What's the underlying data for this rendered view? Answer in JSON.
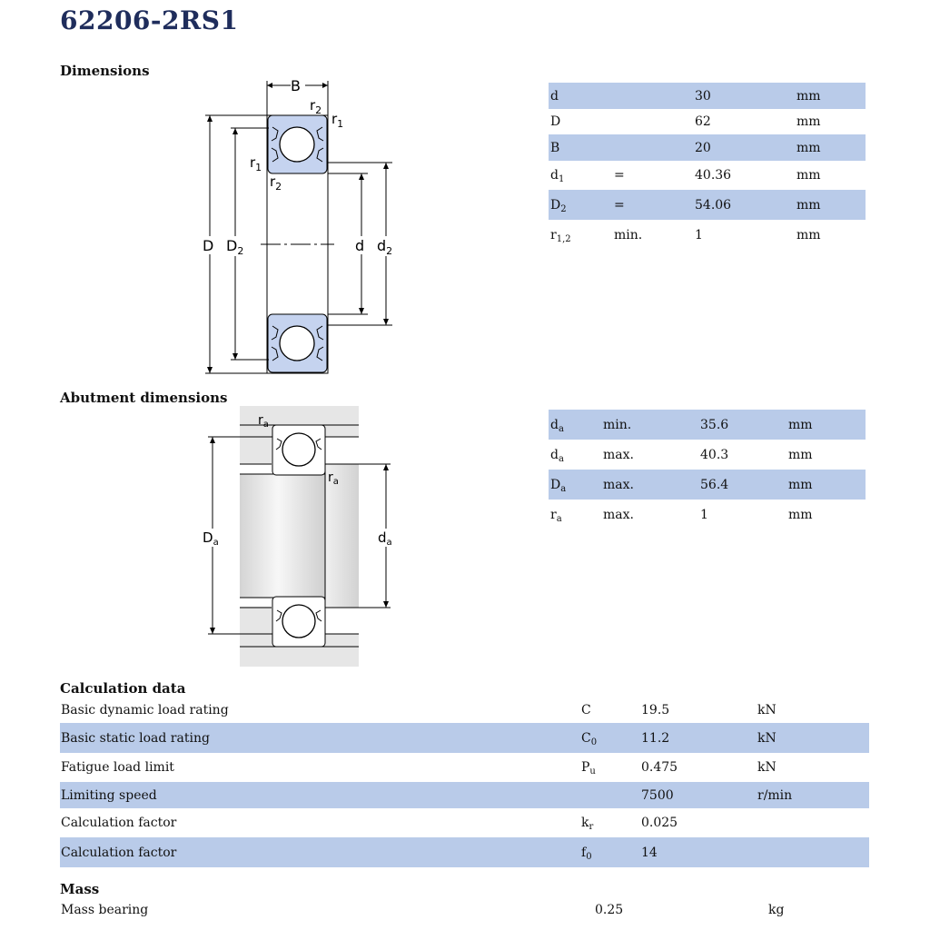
{
  "title": "62206-2RS1",
  "sections": {
    "dimensions": "Dimensions",
    "abutment": "Abutment dimensions",
    "calculation": "Calculation data",
    "mass": "Mass"
  },
  "colors": {
    "title": "#1f2d5c",
    "row_highlight": "#b9cbe9",
    "bearing_fill": "#c5d3ef"
  },
  "dimensions": [
    {
      "sym": "d",
      "sub": "",
      "q": "",
      "value": "30",
      "unit": "mm"
    },
    {
      "sym": "D",
      "sub": "",
      "q": "",
      "value": "62",
      "unit": "mm"
    },
    {
      "sym": "B",
      "sub": "",
      "q": "",
      "value": "20",
      "unit": "mm"
    },
    {
      "sym": "d",
      "sub": "1",
      "q": "=",
      "value": "40.36",
      "unit": "mm"
    },
    {
      "sym": "D",
      "sub": "2",
      "q": "=",
      "value": "54.06",
      "unit": "mm"
    },
    {
      "sym": "r",
      "sub": "1,2",
      "q": "min.",
      "value": "1",
      "unit": "mm"
    }
  ],
  "abutment": [
    {
      "sym": "d",
      "sub": "a",
      "q": "min.",
      "value": "35.6",
      "unit": "mm"
    },
    {
      "sym": "d",
      "sub": "a",
      "q": "max.",
      "value": "40.3",
      "unit": "mm"
    },
    {
      "sym": "D",
      "sub": "a",
      "q": "max.",
      "value": "56.4",
      "unit": "mm"
    },
    {
      "sym": "r",
      "sub": "a",
      "q": "max.",
      "value": "1",
      "unit": "mm"
    }
  ],
  "calculation": [
    {
      "label": "Basic dynamic load rating",
      "sym": "C",
      "sub": "",
      "value": "19.5",
      "unit": "kN"
    },
    {
      "label": "Basic static load rating",
      "sym": "C",
      "sub": "0",
      "value": "11.2",
      "unit": "kN"
    },
    {
      "label": "Fatigue load limit",
      "sym": "P",
      "sub": "u",
      "value": "0.475",
      "unit": "kN"
    },
    {
      "label": "Limiting speed",
      "sym": "",
      "sub": "",
      "value": "7500",
      "unit": "r/min"
    },
    {
      "label": "Calculation factor",
      "sym": "k",
      "sub": "r",
      "value": "0.025",
      "unit": ""
    },
    {
      "label": "Calculation factor",
      "sym": "f",
      "sub": "0",
      "value": "14",
      "unit": ""
    }
  ],
  "mass": {
    "label": "Mass bearing",
    "value": "0.25",
    "unit": "kg"
  },
  "diagram1": {
    "B": "B",
    "r2_top": "r",
    "r2_top_sub": "2",
    "r1_right": "r",
    "r1_right_sub": "1",
    "r1_left": "r",
    "r1_left_sub": "1",
    "r2_left": "r",
    "r2_left_sub": "2",
    "D": "D",
    "D2": "D",
    "D2_sub": "2",
    "d": "d",
    "d2": "d",
    "d2_sub": "2"
  },
  "diagram2": {
    "ra_top": "r",
    "ra_top_sub": "a",
    "ra_right": "r",
    "ra_right_sub": "a",
    "Da": "D",
    "Da_sub": "a",
    "da": "d",
    "da_sub": "a"
  }
}
